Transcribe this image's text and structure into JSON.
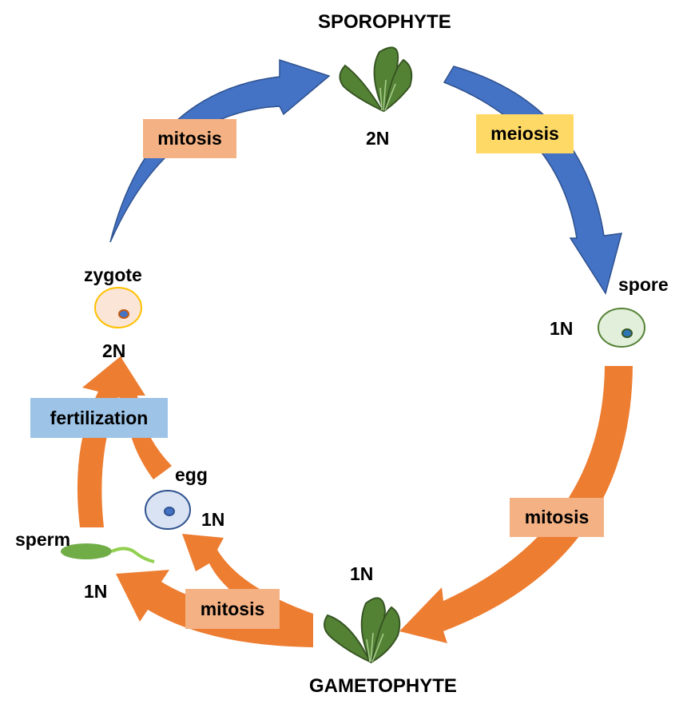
{
  "title_top": "SPOROPHYTE",
  "title_bottom": "GAMETOPHYTE",
  "ploidy": {
    "sporophyte": "2N",
    "spore": "1N",
    "gametophyte": "1N",
    "zygote": "2N",
    "egg": "1N",
    "sperm": "1N"
  },
  "stages": {
    "spore": "spore",
    "zygote": "zygote",
    "egg": "egg",
    "sperm": "sperm"
  },
  "processes": {
    "mitosis_top": "mitosis",
    "meiosis": "meiosis",
    "mitosis_right": "mitosis",
    "mitosis_bottom": "mitosis",
    "fertilization": "fertilization"
  },
  "colors": {
    "arrow_diploid": "#4472C4",
    "arrow_haploid": "#ED7D31",
    "mitosis_box": "#F4B183",
    "meiosis_box": "#FFD966",
    "fertilization_box": "#9DC3E6",
    "leaf": "#548235",
    "leaf_outline": "#375623",
    "spore_cell": "#E2EFDA",
    "zygote_cell": "#FBE5D6",
    "egg_cell": "#DAE3F3",
    "sperm": "#70AD47"
  }
}
